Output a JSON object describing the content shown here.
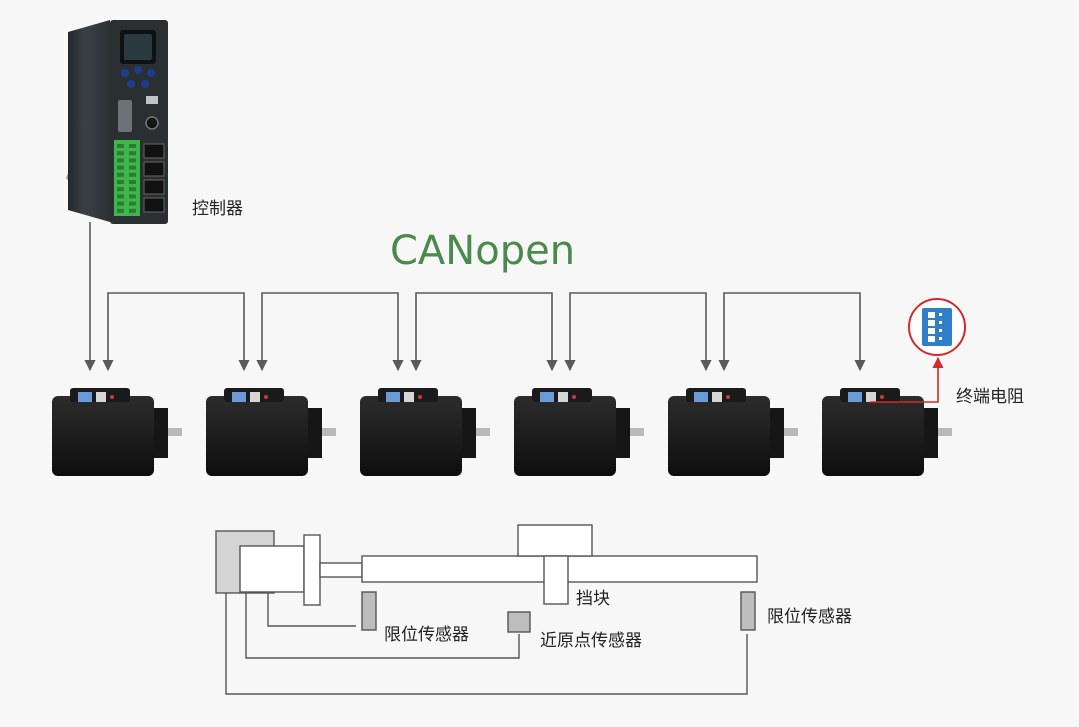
{
  "labels": {
    "controller": "控制器",
    "network": "CANopen",
    "terminator": "终端电阻",
    "stop_block": "挡块",
    "limit_sensor_left": "限位传感器",
    "home_sensor": "近原点传感器",
    "limit_sensor_right": "限位传感器"
  },
  "motor_count": 6,
  "colors": {
    "network_title": "#4a8a4d",
    "wire": "#5a5a5a",
    "terminator_highlight": "#d42a2a",
    "dip_switch": "#2f7fc9",
    "controller_body": "#33393d",
    "io_terminals": "#3fb64a"
  }
}
